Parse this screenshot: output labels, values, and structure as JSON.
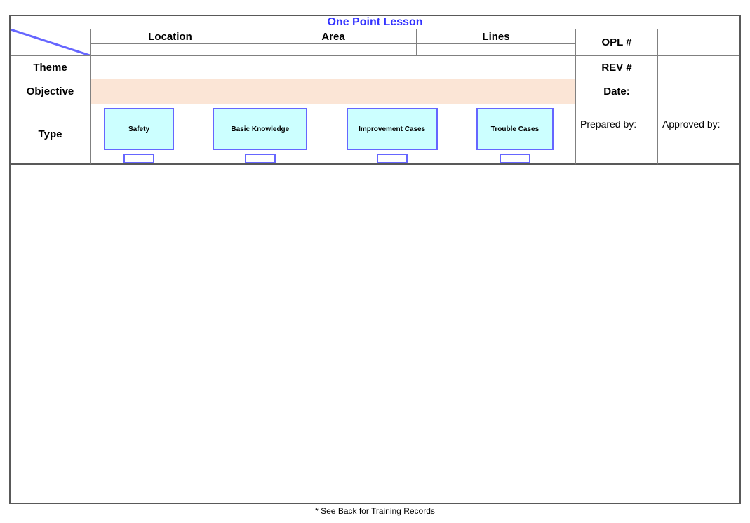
{
  "title": "One Point Lesson",
  "header": {
    "location_label": "Location",
    "area_label": "Area",
    "lines_label": "Lines",
    "location_value": "",
    "area_value": "",
    "lines_value": ""
  },
  "meta": {
    "opl_label": "OPL #",
    "opl_value": "",
    "rev_label": "REV #",
    "rev_value": "",
    "date_label": "Date:",
    "date_value": "",
    "prepared_label": "Prepared by:",
    "approved_label": "Approved by:"
  },
  "rows": {
    "theme_label": "Theme",
    "theme_value": "",
    "objective_label": "Objective",
    "objective_value": "",
    "type_label": "Type"
  },
  "types": [
    {
      "label": "Safety",
      "checked": false
    },
    {
      "label": "Basic Knowledge",
      "checked": false
    },
    {
      "label": "Improvement Cases",
      "checked": false
    },
    {
      "label": "Trouble Cases",
      "checked": false
    }
  ],
  "footer": {
    "note": "* See Back for Training Records"
  },
  "colors": {
    "title_text": "#3333FF",
    "objective_bg": "#FBE5D6",
    "type_box_bg": "#CCFFFF",
    "accent_blue": "#6666FF",
    "grid_line": "#808080",
    "outer_border": "#595959"
  }
}
